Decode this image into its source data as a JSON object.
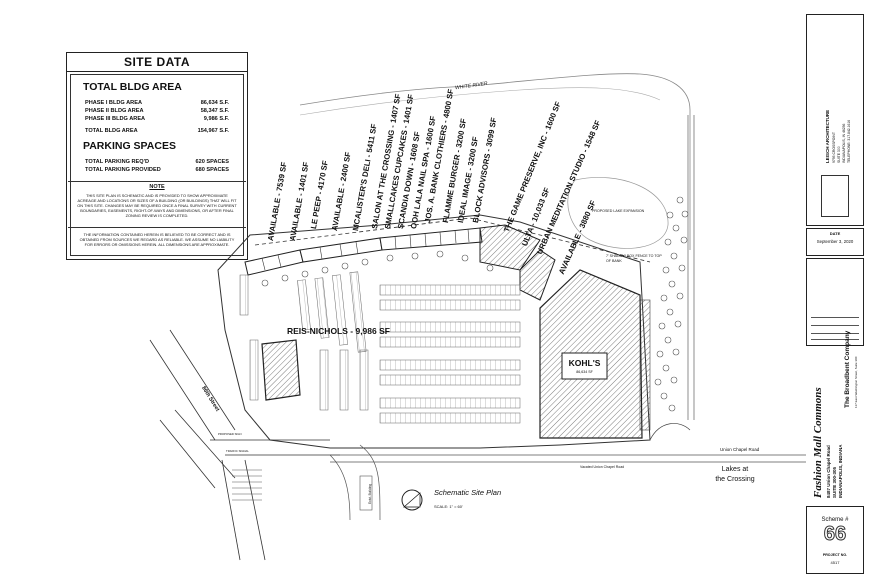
{
  "site_data": {
    "title": "SITE DATA",
    "bldg_heading": "TOTAL BLDG AREA",
    "rows": [
      {
        "label": "PHASE I BLDG AREA",
        "value": "86,634 S.F."
      },
      {
        "label": "PHASE II BLDG AREA",
        "value": "58,347 S.F."
      },
      {
        "label": "PHASE III BLDG AREA",
        "value": "9,986 S.F."
      }
    ],
    "total": {
      "label": "TOTAL BLDG AREA",
      "value": "154,967 S.F."
    },
    "parking_heading": "PARKING SPACES",
    "parking": [
      {
        "label": "TOTAL PARKING REQ'D",
        "value": "620 SPACES"
      },
      {
        "label": "TOTAL PARKING PROVIDED",
        "value": "680 SPACES"
      }
    ],
    "note_title": "NOTE",
    "note_text": "This site plan is schematic and is provided to show approximate acreage and locations or sizes of a building (or buildings) that will fit on this site. Changes may be required once a final survey with current boundaries, easements, right-of-ways and dimensions, or after final zoning review is completed.",
    "info_text": "The information contained herein is believed to be correct and is obtained from sources we regard as reliable. We assume no liability for errors or omissions herein. All dimensions are approximate."
  },
  "tenants": [
    "AVAILABLE - 7539 SF",
    "AVAILABLE - 1401 SF",
    "LE PEEP - 4170 SF",
    "AVAILABLE - 2400 SF",
    "MCALISTER'S DELI - 5411 SF",
    "SALON AT THE CROSSING - 1407 SF",
    "SMALLCAKES CUPCAKES - 1401 SF",
    "SCANDIA DOWN - 1608 SF",
    "OOH LALA NAIL SPA - 1600 SF",
    "JOS. A. BANK CLOTHIERS - 4800 SF",
    "FLAMME BURGER - 3200 SF",
    "IDEAL IMAGE - 3200 SF",
    "BLOCK ADVISORS - 3099 SF",
    "THE GAME PRESERVE, INC - 1600 SF",
    "ULTA - 10,033 SF",
    "URBAN MEDITATION STUDIO - 1548 SF",
    "AVAILABLE - 3880 SF"
  ],
  "plan": {
    "reis": "REIS-NICHOLS - 9,986 SF",
    "kohls": "KOHL'S",
    "kohls_sf": "86,634 SF",
    "white_river": "WHITE RIVER",
    "lake_expansion": "PROPOSED LAKE EXPANSION",
    "fence_note": "7' SHADOW BOX FENCE TO TOP OF BANK",
    "union_chapel": "Union Chapel Road",
    "union_chapel_small": "Vacated Union Chapel Road",
    "lakes_1": "Lakes at",
    "lakes_2": "the Crossing",
    "schematic": "Schematic Site Plan",
    "scale": "SCALE: 1\" = 60'",
    "street_86": "86th Street",
    "exist_bldg": "Exist. Building",
    "proposed_sign": "PROPOSED SIGN",
    "traffic_signal": "TRAFFIC SIGNAL"
  },
  "title_block": {
    "firm": "LEISCH ARCHITECTURE",
    "firm_lines": [
      "9795 CROSSPOINT",
      "SUITE 300",
      "INDIANAPOLIS, IN 46256",
      "TELEPHONE: 317.842.1616"
    ],
    "date_label": "DATE",
    "date_value": "September 3, 2020",
    "project_name": "Fashion Mall Commons",
    "address_lines": [
      "8487 Union Chapel Road",
      "SUITE 300-305",
      "INDIANAPOLIS, INDIANA"
    ],
    "developer": "The Broadbent Company",
    "developer_addr": "117 East Washington Street, Suite 300",
    "scheme_label": "Scheme #",
    "scheme_no": "66",
    "project_no_label": "PROJECT NO.",
    "project_no": "4517"
  }
}
